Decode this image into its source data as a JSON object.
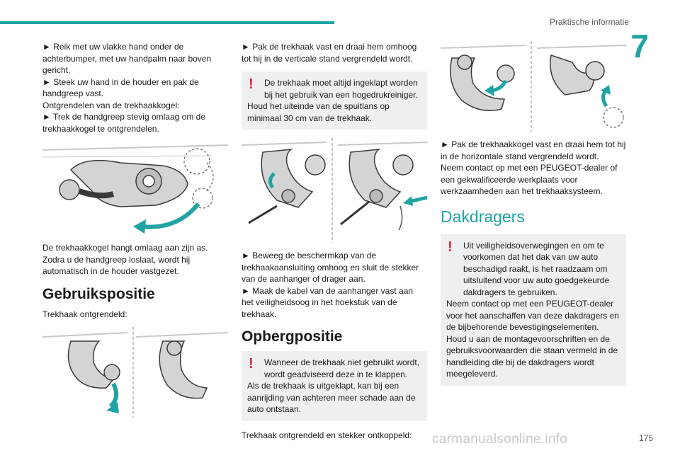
{
  "header": {
    "section_title": "Praktische informatie",
    "chapter_number": "7"
  },
  "column1": {
    "para1": [
      "► Reik met uw vlakke hand onder de achterbumper, met uw handpalm naar boven gericht.",
      "► Steek uw hand in de houder en pak de handgreep vast.",
      "Ontgrendelen van de trekhaakkogel:",
      "► Trek de handgreep stevig omlaag om de trekhaakkogel te ontgrendelen."
    ],
    "para2": [
      "De trekhaakkogel hangt omlaag aan zijn as.",
      "Zodra u de handgreep loslaat, wordt hij automatisch in de houder vastgezet."
    ],
    "heading": "Gebruikspositie",
    "caption": "Trekhaak ontgrendeld:"
  },
  "column2": {
    "para1": "► Pak de trekhaak vast en draai hem omhoog tot hij in de verticale stand vergrendeld wordt.",
    "warning1": {
      "first": "De trekhaak moet altijd ingeklapt worden bij het gebruik van een hogedrukreiniger.",
      "second": "Houd het uiteinde van de spuitlans op minimaal 30 cm van de trekhaak."
    },
    "para2": [
      "► Beweeg de beschermkap van de trekhaakaansluiting omhoog en sluit de stekker van de aanhanger of drager aan.",
      "► Maak de kabel van de aanhanger vast aan het veiligheidsoog in het hoekstuk van de trekhaak."
    ],
    "heading": "Opbergpositie",
    "warning2": {
      "first": "Wanneer de trekhaak niet gebruikt wordt, wordt geadviseerd deze in te klappen.",
      "second": "Als de trekhaak is uitgeklapt, kan bij een aanrijding van achteren meer schade aan de auto ontstaan."
    },
    "caption": "Trekhaak ontgrendeld en stekker ontkoppeld:"
  },
  "column3": {
    "para1": [
      "► Pak de trekhaakkogel vast en draai hem tot hij in de horizontale stand vergrendeld wordt.",
      "Neem contact op met een PEUGEOT-dealer of een gekwalificeerde werkplaats voor werkzaamheden aan het trekhaaksysteem."
    ],
    "heading": "Dakdragers",
    "warning": {
      "first": "Uit veiligheidsoverwegingen en om te voorkomen dat het dak van uw auto beschadigd raakt, is het raadzaam om uitsluitend voor uw auto goedgekeurde dakdragers te gebruiken.",
      "lines": [
        "Neem contact op met een PEUGEOT-dealer voor het aanschaffen van deze dakdragers en de bijbehorende bevestigingselementen.",
        "Houd u aan de montagevoorschriften en de gebruiksvoorwaarden die staan vermeld in de handleiding die bij de dakdragers wordt meegeleverd."
      ]
    }
  },
  "warning_symbol": "!",
  "footer": {
    "page_number": "175",
    "watermark": "carmanualsonline.info"
  },
  "colors": {
    "accent": "#1fa3a3",
    "warning": "#e0203a",
    "box": "#eef0f0"
  }
}
